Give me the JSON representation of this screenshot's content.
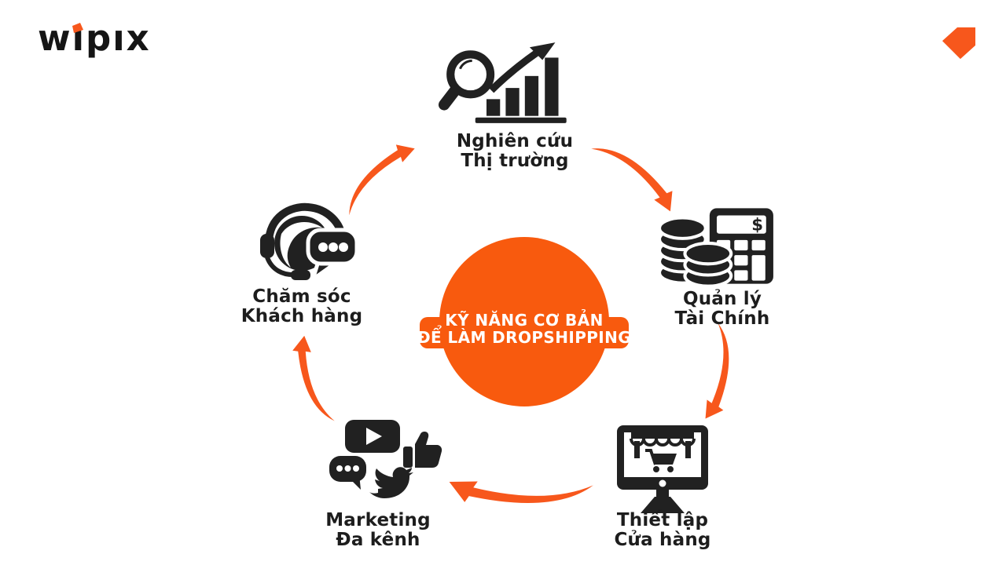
{
  "background_color": "#ffffff",
  "accent_color": "#f7571c",
  "icon_color": "#212121",
  "brand": {
    "logo_part1": "wı",
    "logo_part2": "pıx",
    "logo_name": "wipix"
  },
  "center": {
    "line1": "KỸ NĂNG CƠ BẢN",
    "line2": "ĐỂ LÀM DROPSHIPPING",
    "circle_color": "#f85a0e",
    "text_color": "#ffffff"
  },
  "nodes": [
    {
      "id": "market-research",
      "position": "top",
      "icon": "magnifier-bar-chart-icon",
      "label_line1": "Nghiên cứu",
      "label_line2": "Thị trường"
    },
    {
      "id": "finance",
      "position": "right",
      "icon": "coins-calculator-icon",
      "label_line1": "Quản lý",
      "label_line2": "Tài Chính",
      "calculator_symbol": "$"
    },
    {
      "id": "store-setup",
      "position": "bottom-right",
      "icon": "monitor-storefront-cart-icon",
      "label_line1": "Thiết lập",
      "label_line2": "Cửa hàng"
    },
    {
      "id": "marketing",
      "position": "bottom-left",
      "icon": "social-media-cluster-icon",
      "label_line1": "Marketing",
      "label_line2": "Đa kênh"
    },
    {
      "id": "customer-care",
      "position": "left",
      "icon": "headset-support-chat-icon",
      "label_line1": "Chăm sóc",
      "label_line2": "Khách hàng"
    }
  ],
  "arrows": {
    "color": "#f7571c",
    "direction": "clockwise",
    "segments": [
      {
        "from": "customer-care",
        "to": "market-research"
      },
      {
        "from": "market-research",
        "to": "finance"
      },
      {
        "from": "finance",
        "to": "store-setup"
      },
      {
        "from": "store-setup",
        "to": "marketing"
      },
      {
        "from": "marketing",
        "to": "customer-care"
      }
    ]
  }
}
